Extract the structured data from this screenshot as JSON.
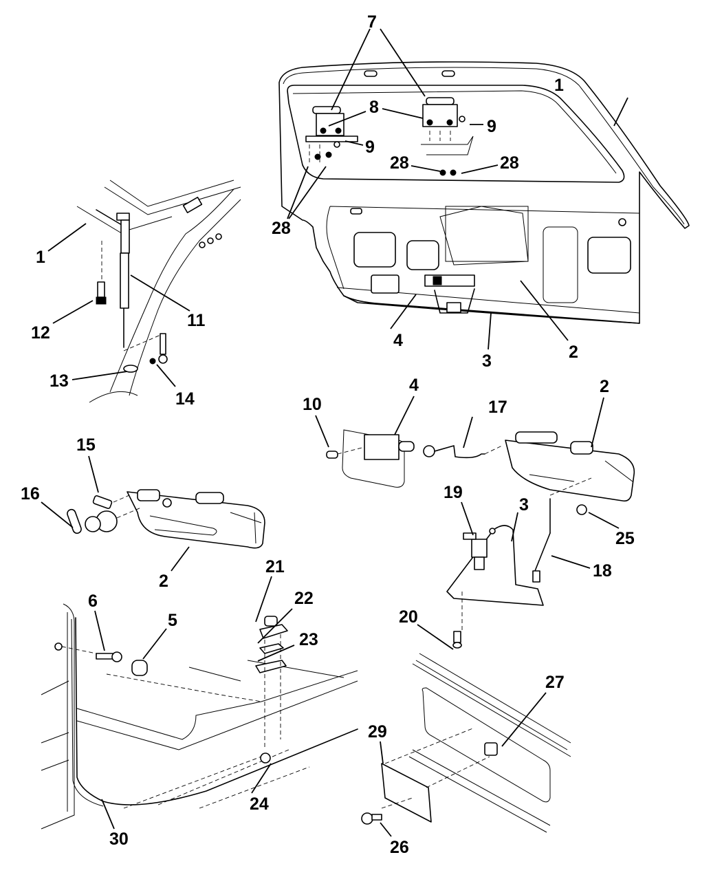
{
  "diagram": {
    "title": "Liftgate, Latch, Lock Cylinder and Hinge Components — exploded parts view",
    "callouts": [
      {
        "id": "c7a",
        "label": "7",
        "view": "liftgate",
        "part": "hinge"
      },
      {
        "id": "c7b",
        "label": "7",
        "view": "liftgate",
        "part": "hinge"
      },
      {
        "id": "c1a",
        "label": "1",
        "view": "liftgate",
        "part": "liftgate panel"
      },
      {
        "id": "c8a",
        "label": "8",
        "view": "liftgate",
        "part": "hinge nut"
      },
      {
        "id": "c8b",
        "label": "8",
        "view": "liftgate",
        "part": "hinge nut"
      },
      {
        "id": "c9a",
        "label": "9",
        "view": "liftgate",
        "part": "hinge screw"
      },
      {
        "id": "c9b",
        "label": "9",
        "view": "liftgate",
        "part": "hinge screw"
      },
      {
        "id": "c28a",
        "label": "28",
        "view": "liftgate",
        "part": "bolt"
      },
      {
        "id": "c28b",
        "label": "28",
        "view": "liftgate",
        "part": "bolt"
      },
      {
        "id": "c28c",
        "label": "28",
        "view": "liftgate",
        "part": "bolt"
      },
      {
        "id": "c4a",
        "label": "4",
        "view": "liftgate",
        "part": "actuator"
      },
      {
        "id": "c3a",
        "label": "3",
        "view": "liftgate",
        "part": "latch"
      },
      {
        "id": "c2a",
        "label": "2",
        "view": "liftgate",
        "part": "handle"
      },
      {
        "id": "c1b",
        "label": "1",
        "view": "prop-rod",
        "part": "liftgate"
      },
      {
        "id": "c11",
        "label": "11",
        "view": "prop-rod",
        "part": "prop rod"
      },
      {
        "id": "c12",
        "label": "12",
        "view": "prop-rod",
        "part": "ball stud"
      },
      {
        "id": "c13",
        "label": "13",
        "view": "prop-rod",
        "part": "ball stud"
      },
      {
        "id": "c14",
        "label": "14",
        "view": "prop-rod",
        "part": "nut"
      },
      {
        "id": "c15",
        "label": "15",
        "view": "handle",
        "part": "retainer clip"
      },
      {
        "id": "c16",
        "label": "16",
        "view": "handle",
        "part": "lock cylinder"
      },
      {
        "id": "c2b",
        "label": "2",
        "view": "handle",
        "part": "handle"
      },
      {
        "id": "c10",
        "label": "10",
        "view": "latch",
        "part": "screw"
      },
      {
        "id": "c4b",
        "label": "4",
        "view": "latch",
        "part": "actuator"
      },
      {
        "id": "c17",
        "label": "17",
        "view": "latch",
        "part": "link rod"
      },
      {
        "id": "c2c",
        "label": "2",
        "view": "latch",
        "part": "handle"
      },
      {
        "id": "c19",
        "label": "19",
        "view": "latch",
        "part": "screw"
      },
      {
        "id": "c3b",
        "label": "3",
        "view": "latch",
        "part": "latch"
      },
      {
        "id": "c25",
        "label": "25",
        "view": "latch",
        "part": "nut"
      },
      {
        "id": "c18",
        "label": "18",
        "view": "latch",
        "part": "link rod"
      },
      {
        "id": "c20",
        "label": "20",
        "view": "latch",
        "part": "bolt"
      },
      {
        "id": "c21",
        "label": "21",
        "view": "striker",
        "part": "striker"
      },
      {
        "id": "c22",
        "label": "22",
        "view": "striker",
        "part": "shim"
      },
      {
        "id": "c23",
        "label": "23",
        "view": "striker",
        "part": "shim"
      },
      {
        "id": "c6",
        "label": "6",
        "view": "striker",
        "part": "screw"
      },
      {
        "id": "c5",
        "label": "5",
        "view": "striker",
        "part": "bumper"
      },
      {
        "id": "c24",
        "label": "24",
        "view": "striker",
        "part": "nut"
      },
      {
        "id": "c30",
        "label": "30",
        "view": "striker",
        "part": "weatherstrip"
      },
      {
        "id": "c27",
        "label": "27",
        "view": "license",
        "part": "nut"
      },
      {
        "id": "c29",
        "label": "29",
        "view": "license",
        "part": "bracket"
      },
      {
        "id": "c26",
        "label": "26",
        "view": "license",
        "part": "screw"
      }
    ]
  }
}
